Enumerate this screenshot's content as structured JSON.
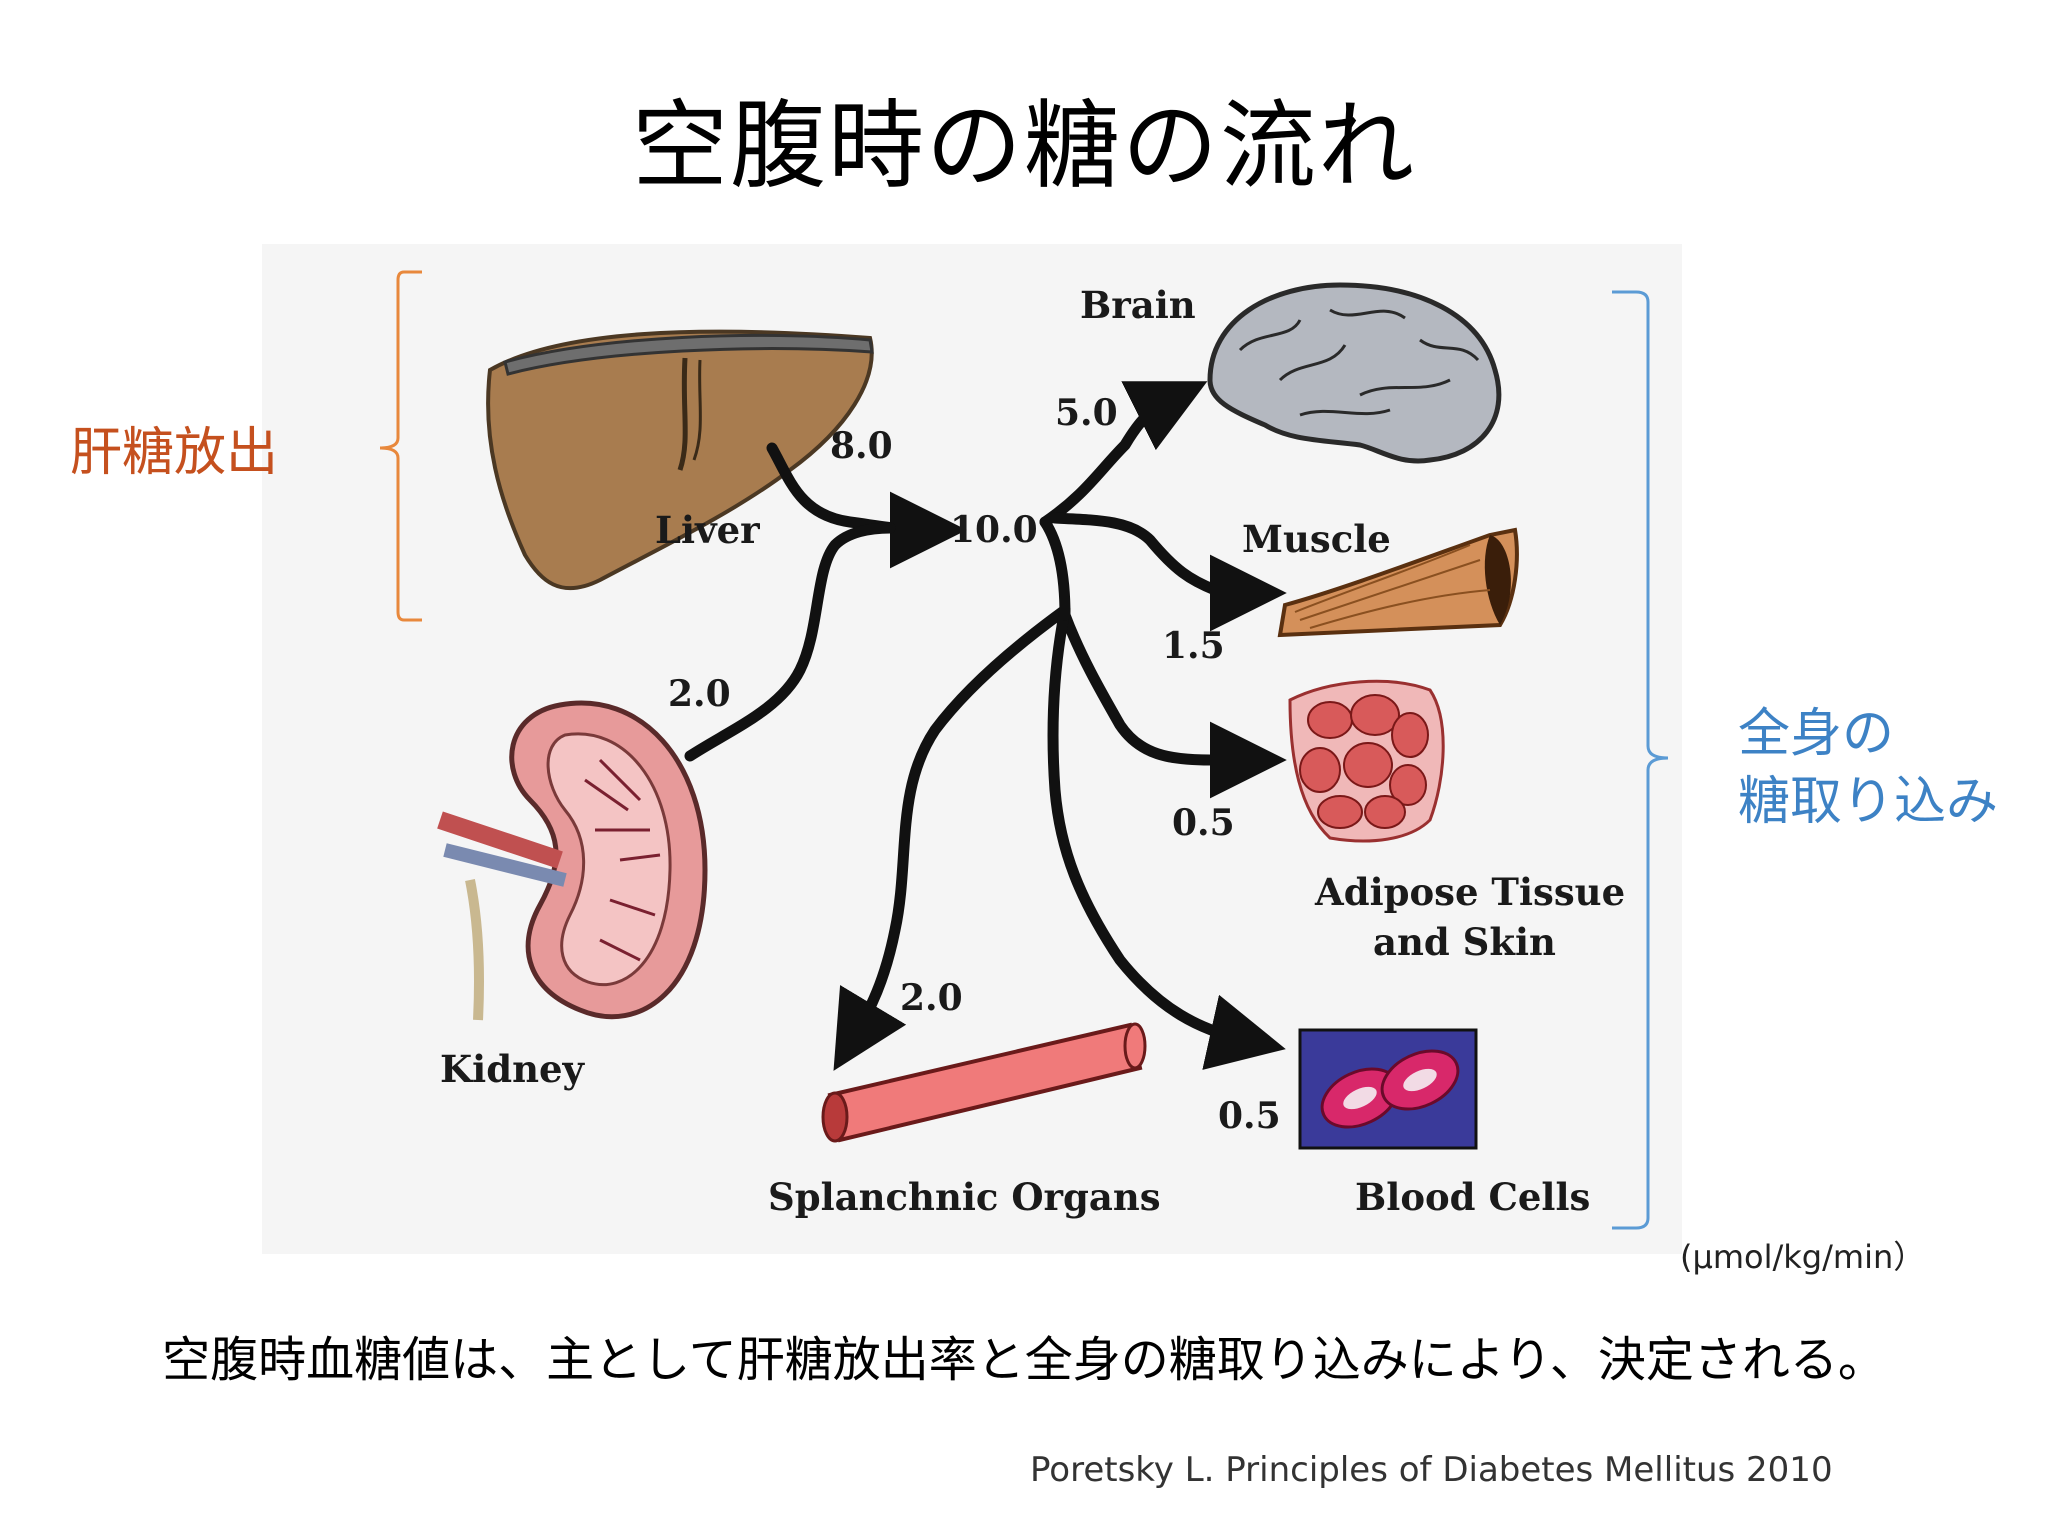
{
  "slide": {
    "title": "空腹時の糖の流れ",
    "left_bracket_label": "肝糖放出",
    "right_bracket_label_line1": "全身の",
    "right_bracket_label_line2": "糖取り込み",
    "unit": "(µmol/kg/min）",
    "caption": "空腹時血糖値は、主として肝糖放出率と全身の糖取り込みにより、決定される。",
    "source": "Poretsky L. Principles of Diabetes Mellitus 2010"
  },
  "diagram": {
    "sources": [
      {
        "name": "Liver",
        "rate": "8.0"
      },
      {
        "name": "Kidney",
        "rate": "2.0"
      }
    ],
    "total": "10.0",
    "sinks": [
      {
        "name": "Brain",
        "rate": "5.0"
      },
      {
        "name": "Muscle",
        "rate": "1.5"
      },
      {
        "name_line1": "Adipose Tissue",
        "name_line2": "and Skin",
        "rate": "0.5"
      },
      {
        "name": "Splanchnic Organs",
        "rate": "2.0"
      },
      {
        "name": "Blood Cells",
        "rate": "0.5"
      }
    ]
  },
  "colors": {
    "left_bracket": "#e8883c",
    "right_bracket": "#5b9bd5",
    "left_label": "#c5501e",
    "right_label": "#3d82c5",
    "arrow": "#111111",
    "liver": "#a87c4f",
    "kidney": "#e79a9a",
    "brain": "#b4b8c0",
    "muscle": "#d4905a",
    "adipose": "#d85a5a",
    "vessel": "#f07a7a",
    "blood_bg": "#3a3a9a",
    "blood_cell": "#d8286a"
  }
}
